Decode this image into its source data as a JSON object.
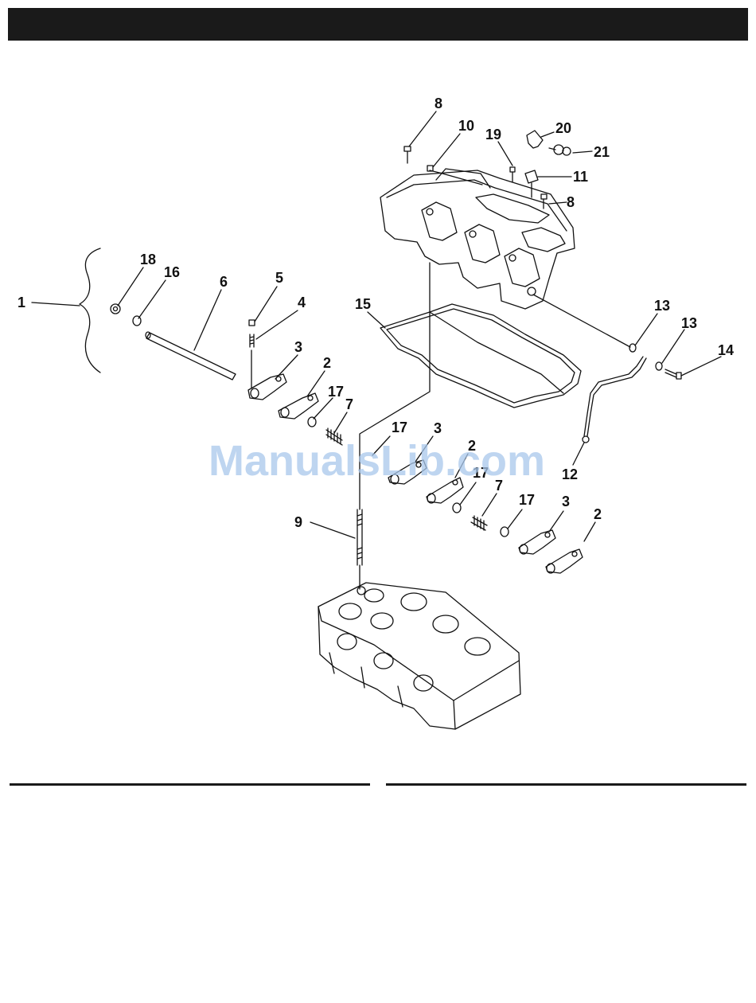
{
  "header": {
    "bar_color": "#1a1a1a"
  },
  "watermark": {
    "text": "ManualsLib.com",
    "color": "#a9c8ec"
  },
  "callouts": [
    {
      "id": "c1",
      "label": "1"
    },
    {
      "id": "c18",
      "label": "18"
    },
    {
      "id": "c16",
      "label": "16"
    },
    {
      "id": "c6",
      "label": "6"
    },
    {
      "id": "c5",
      "label": "5"
    },
    {
      "id": "c4",
      "label": "4"
    },
    {
      "id": "c3a",
      "label": "3"
    },
    {
      "id": "c2a",
      "label": "2"
    },
    {
      "id": "c17a",
      "label": "17"
    },
    {
      "id": "c7a",
      "label": "7"
    },
    {
      "id": "c8a",
      "label": "8"
    },
    {
      "id": "c10",
      "label": "10"
    },
    {
      "id": "c19",
      "label": "19"
    },
    {
      "id": "c20",
      "label": "20"
    },
    {
      "id": "c21",
      "label": "21"
    },
    {
      "id": "c11",
      "label": "11"
    },
    {
      "id": "c8b",
      "label": "8"
    },
    {
      "id": "c15",
      "label": "15"
    },
    {
      "id": "c13a",
      "label": "13"
    },
    {
      "id": "c13b",
      "label": "13"
    },
    {
      "id": "c14",
      "label": "14"
    },
    {
      "id": "c12",
      "label": "12"
    },
    {
      "id": "c17b",
      "label": "17"
    },
    {
      "id": "c3b",
      "label": "3"
    },
    {
      "id": "c2b",
      "label": "2"
    },
    {
      "id": "c17c",
      "label": "17"
    },
    {
      "id": "c7b",
      "label": "7"
    },
    {
      "id": "c17d",
      "label": "17"
    },
    {
      "id": "c3c",
      "label": "3"
    },
    {
      "id": "c2c",
      "label": "2"
    },
    {
      "id": "c9",
      "label": "9"
    }
  ]
}
